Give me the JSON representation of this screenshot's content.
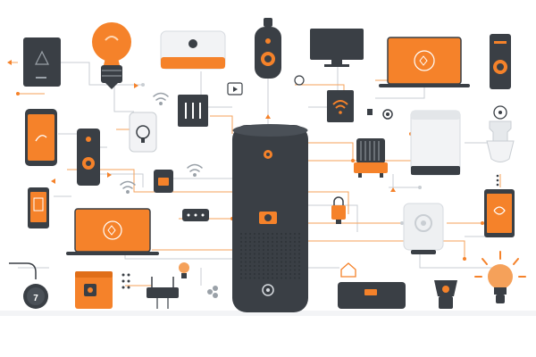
{
  "scene": {
    "description_key": "smart-home-iot-illustration",
    "colors": {
      "accent": "#F5822A",
      "dark": "#3A3F45",
      "line_gray": "#BFC5CB",
      "light_gray": "#E6E9EC",
      "background": "#FFFFFF"
    },
    "thermostat_reading": "7",
    "devices": [
      {
        "name": "tablet-left-top",
        "icon": "tablet-icon"
      },
      {
        "name": "smart-bulb",
        "icon": "lightbulb-icon"
      },
      {
        "name": "security-camera-dome",
        "icon": "camera-icon"
      },
      {
        "name": "video-doorbell-top",
        "icon": "doorbell-icon"
      },
      {
        "name": "desktop-monitor",
        "icon": "monitor-icon"
      },
      {
        "name": "laptop-top-right",
        "icon": "laptop-icon"
      },
      {
        "name": "doorbell-right",
        "icon": "doorbell-icon"
      },
      {
        "name": "smartphone-left",
        "icon": "smartphone-icon"
      },
      {
        "name": "video-doorbell-left",
        "icon": "doorbell-icon"
      },
      {
        "name": "smart-switch",
        "icon": "switch-icon"
      },
      {
        "name": "smart-plug",
        "icon": "plug-icon"
      },
      {
        "name": "smart-speaker-hub",
        "icon": "speaker-icon"
      },
      {
        "name": "wifi-router-box",
        "icon": "wifi-icon"
      },
      {
        "name": "space-heater",
        "icon": "heater-icon"
      },
      {
        "name": "air-purifier",
        "icon": "purifier-icon"
      },
      {
        "name": "smart-bulb-right",
        "icon": "lightbulb-icon"
      },
      {
        "name": "phone-small-left",
        "icon": "smartphone-icon"
      },
      {
        "name": "laptop-left",
        "icon": "laptop-icon"
      },
      {
        "name": "tablet-right",
        "icon": "tablet-icon"
      },
      {
        "name": "thermostat",
        "icon": "thermostat-icon"
      },
      {
        "name": "smart-oven",
        "icon": "oven-icon"
      },
      {
        "name": "network-router",
        "icon": "router-icon"
      },
      {
        "name": "soundbar",
        "icon": "soundbar-icon"
      },
      {
        "name": "smart-lamp",
        "icon": "lamp-icon"
      },
      {
        "name": "glowing-bulb",
        "icon": "lightbulb-icon"
      }
    ]
  }
}
